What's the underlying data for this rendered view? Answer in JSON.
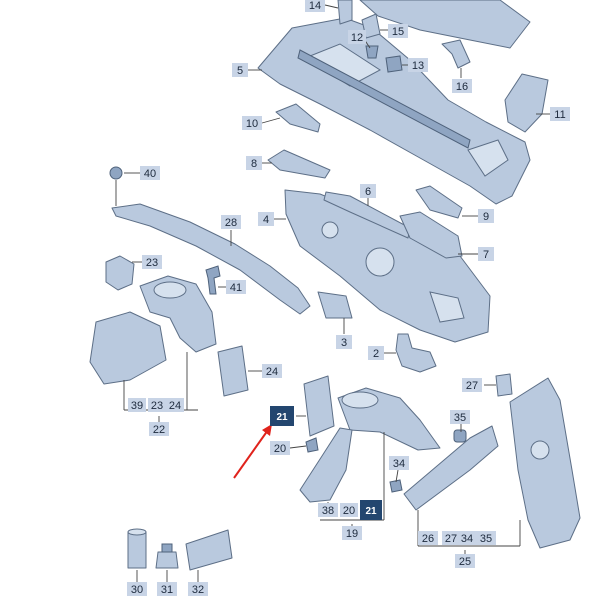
{
  "diagram": {
    "labels": {
      "l14": "14",
      "l12": "12",
      "l15": "15",
      "l13": "13",
      "l5": "5",
      "l16": "16",
      "l11": "11",
      "l10": "10",
      "l8": "8",
      "l40": "40",
      "l6": "6",
      "l4": "4",
      "l9": "9",
      "l7": "7",
      "l28": "28",
      "l23": "23",
      "l41": "41",
      "l3": "3",
      "l2": "2",
      "l24": "24",
      "l27": "27",
      "g22_39": "39",
      "g22_23": "23",
      "g22_24": "24",
      "l22": "22",
      "l21a": "21",
      "l35": "35",
      "l20a": "20",
      "l34": "34",
      "l38": "38",
      "l20b": "20",
      "l21b": "21",
      "l19": "19",
      "l26": "26",
      "l27b": "27",
      "l34b": "34",
      "l35b": "35",
      "l25": "25",
      "l30": "30",
      "l31": "31",
      "l32": "32"
    },
    "colors": {
      "part_fill": "#b9c9de",
      "part_stroke": "#5d6f87",
      "badge": "#c8d4e6",
      "highlight_badge": "#23466f",
      "arrow": "#e0231c"
    }
  }
}
